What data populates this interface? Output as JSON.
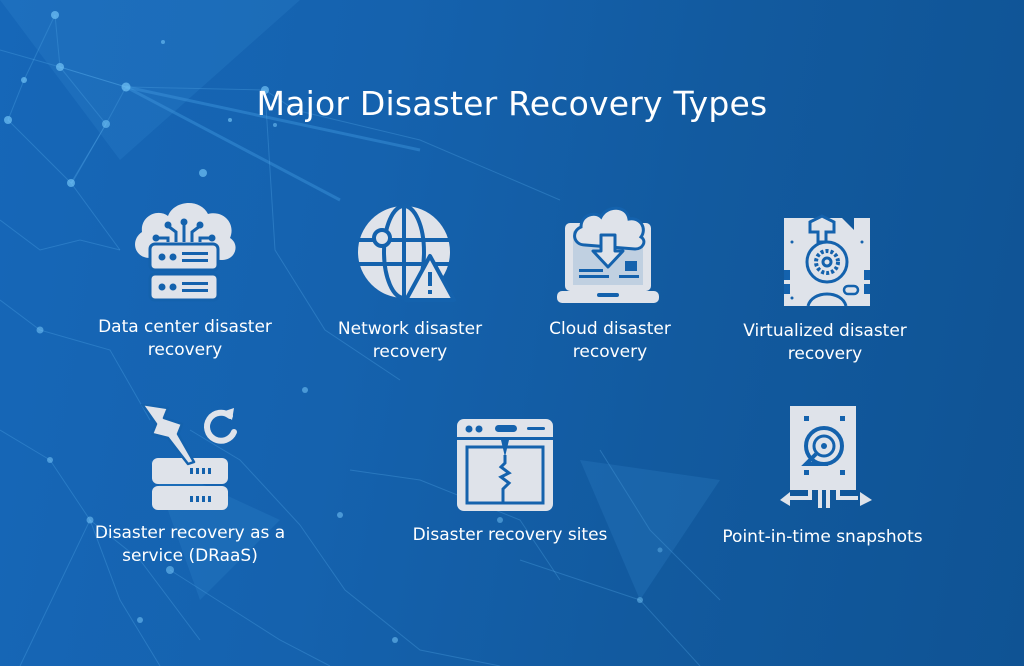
{
  "title": "Major Disaster Recovery Types",
  "colors": {
    "background_left": "#1667b8",
    "background_right": "#0f5394",
    "icon_fill": "#dfe3ea",
    "icon_line": "#1462ad",
    "text": "#ffffff"
  },
  "items": [
    {
      "icon": "cloud-server-icon",
      "label_line1": "Data center disaster",
      "label_line2": "recovery"
    },
    {
      "icon": "globe-warning-icon",
      "label_line1": "Network disaster",
      "label_line2": "recovery"
    },
    {
      "icon": "laptop-cloud-download-icon",
      "label_line1": "Cloud disaster",
      "label_line2": "recovery"
    },
    {
      "icon": "virtual-disk-gear-icon",
      "label_line1": "Virtualized disaster",
      "label_line2": "recovery"
    },
    {
      "icon": "server-lightning-refresh-icon",
      "label_line1": "Disaster recovery as a",
      "label_line2": "service (DRaaS)"
    },
    {
      "icon": "broken-browser-window-icon",
      "label_line1": "Disaster recovery sites",
      "label_line2": ""
    },
    {
      "icon": "hard-drive-arrows-icon",
      "label_line1": "Point-in-time snapshots",
      "label_line2": ""
    }
  ]
}
